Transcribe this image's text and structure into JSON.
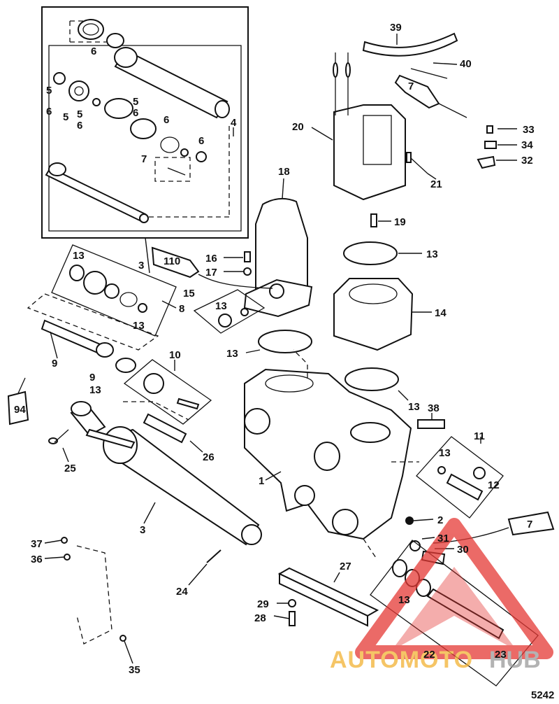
{
  "labels": {
    "l39": "39",
    "l40": "40",
    "l33": "33",
    "l34": "34",
    "l32": "32",
    "l21": "21",
    "l20": "20",
    "l19": "19",
    "l18": "18",
    "l16": "16",
    "l17": "17",
    "l13a": "13",
    "l14": "14",
    "l15": "15",
    "l13b": "13",
    "l13c": "13",
    "l13d": "13",
    "l38": "38",
    "l11": "11",
    "l13e": "13",
    "l12": "12",
    "l1": "1",
    "l2": "2",
    "l7c": "7",
    "l31": "31",
    "l30": "30",
    "l13f": "13",
    "l22": "22",
    "l23": "23",
    "l27": "27",
    "l29": "29",
    "l28": "28",
    "l24": "24",
    "l37": "37",
    "l36": "36",
    "l35": "35",
    "l3b": "3",
    "l25": "25",
    "l26": "26",
    "l10": "10",
    "l9a": "9",
    "l9b": "9",
    "l13g": "13",
    "l8": "8",
    "l13h": "13",
    "l13i": "13",
    "l3a": "3",
    "l4": "4",
    "l6a": "6",
    "l5a": "5",
    "l6b": "6",
    "l5b": "5",
    "l5c": "5",
    "l6c": "6",
    "l5d": "5",
    "l6d": "6",
    "l6e": "6",
    "l6f": "6",
    "l7a": "7"
  },
  "tube_labels": {
    "t7a": "7",
    "t110": "110",
    "t94": "94",
    "t7b": "7"
  },
  "figure_code": "5242",
  "watermark": {
    "auto": "AUTOMOTO",
    "hub": "HUB"
  },
  "colors": {
    "watermark_red": "#e53935",
    "watermark_orange": "#f2b233",
    "watermark_gray": "#9a9a9a"
  }
}
